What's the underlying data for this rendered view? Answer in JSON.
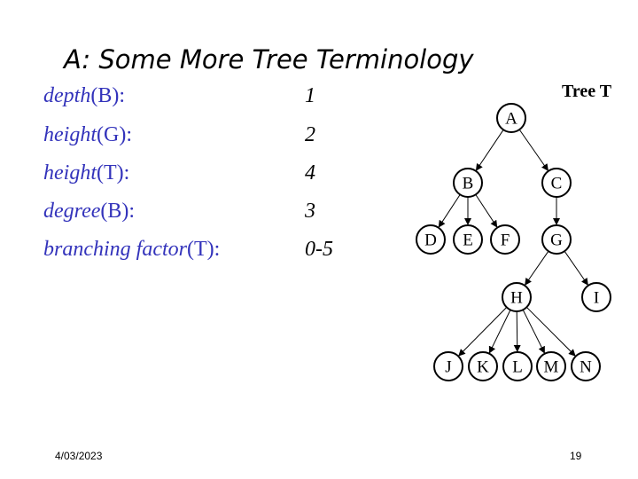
{
  "slide": {
    "title": "A: Some More Tree Terminology",
    "terms": [
      {
        "fn": "depth",
        "arg": "(B):",
        "value": "1"
      },
      {
        "fn": "height",
        "arg": "(G):",
        "value": "2"
      },
      {
        "fn": "height",
        "arg": "(T):",
        "value": "4"
      },
      {
        "fn": "degree",
        "arg": "(B):",
        "value": "3"
      },
      {
        "fn": "branching factor",
        "arg": "(T):",
        "value": "0-5"
      }
    ],
    "tree": {
      "label": "Tree T",
      "nodes": [
        "A",
        "B",
        "C",
        "D",
        "E",
        "F",
        "G",
        "H",
        "I",
        "J",
        "K",
        "L",
        "M",
        "N"
      ],
      "edges": [
        [
          "A",
          "B"
        ],
        [
          "A",
          "C"
        ],
        [
          "B",
          "D"
        ],
        [
          "B",
          "E"
        ],
        [
          "B",
          "F"
        ],
        [
          "C",
          "G"
        ],
        [
          "G",
          "H"
        ],
        [
          "G",
          "I"
        ],
        [
          "H",
          "J"
        ],
        [
          "H",
          "K"
        ],
        [
          "H",
          "L"
        ],
        [
          "H",
          "M"
        ],
        [
          "H",
          "N"
        ]
      ]
    },
    "footer": {
      "date": "4/03/2023",
      "page": "19"
    }
  }
}
